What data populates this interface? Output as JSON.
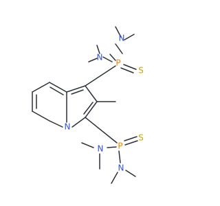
{
  "atoms": {
    "p_top": "P",
    "s_top": "S",
    "n_top_1": "N",
    "n_top_2": "N",
    "n_ring": "N",
    "p_bottom": "P",
    "s_bottom": "S",
    "n_bottom_1": "N",
    "n_bottom_2": "N"
  },
  "colors": {
    "carbon_bond": "#2b2f38",
    "nitrogen": "#3050f8",
    "phosphorus": "#ff8000",
    "sulfur": "#c6a800",
    "background": "#ffffff"
  }
}
